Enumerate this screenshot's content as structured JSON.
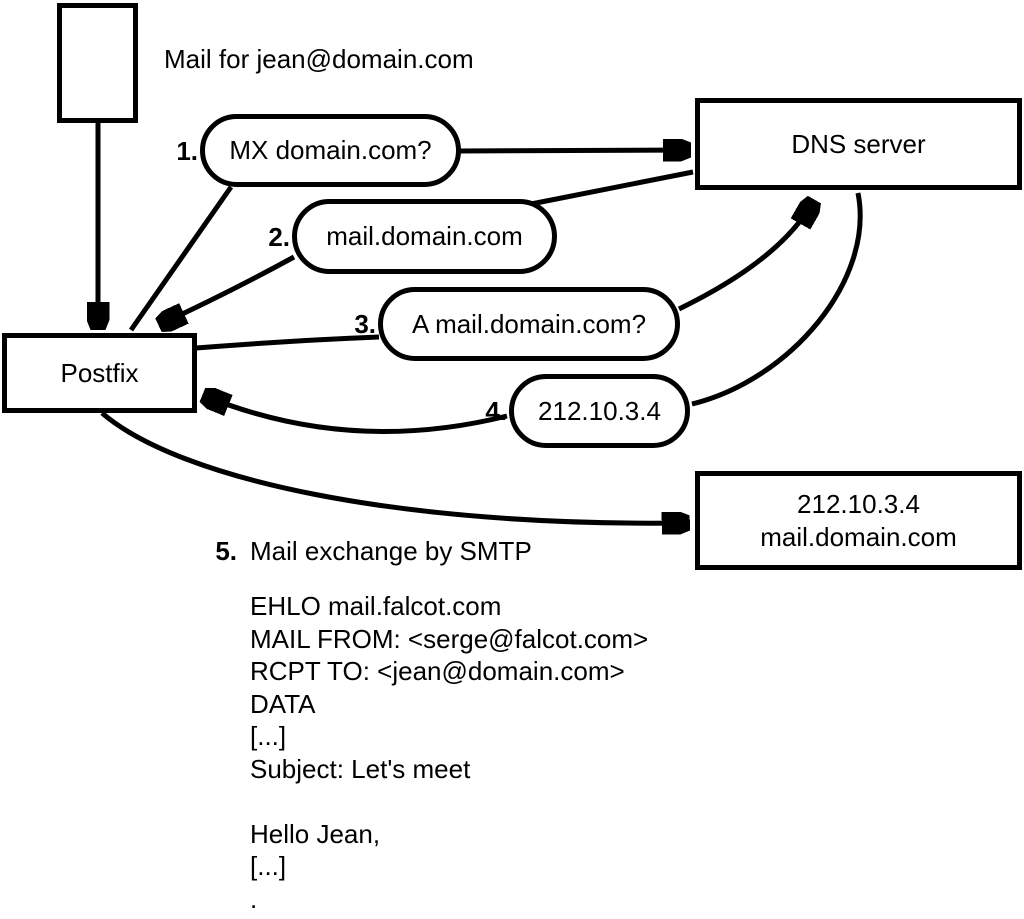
{
  "diagram": {
    "title": "Mail for jean@domain.com",
    "nodes": {
      "postfix": {
        "label": "Postfix"
      },
      "dns_server": {
        "label": "DNS server"
      },
      "mail_server": {
        "line1": "212.10.3.4",
        "line2": "mail.domain.com"
      }
    },
    "steps": [
      {
        "num": "1.",
        "label": "MX domain.com?"
      },
      {
        "num": "2.",
        "label": "mail.domain.com"
      },
      {
        "num": "3.",
        "label": "A mail.domain.com?"
      },
      {
        "num": "4.",
        "label": "212.10.3.4"
      },
      {
        "num": "5.",
        "label": "Mail exchange by SMTP"
      }
    ],
    "smtp_session": "EHLO mail.falcot.com\nMAIL FROM: <serge@falcot.com>\nRCPT TO: <jean@domain.com>\nDATA\n[...]\nSubject: Let's meet\n\nHello Jean,\n[...]\n.",
    "colors": {
      "stroke": "#000000",
      "background": "#ffffff"
    }
  }
}
